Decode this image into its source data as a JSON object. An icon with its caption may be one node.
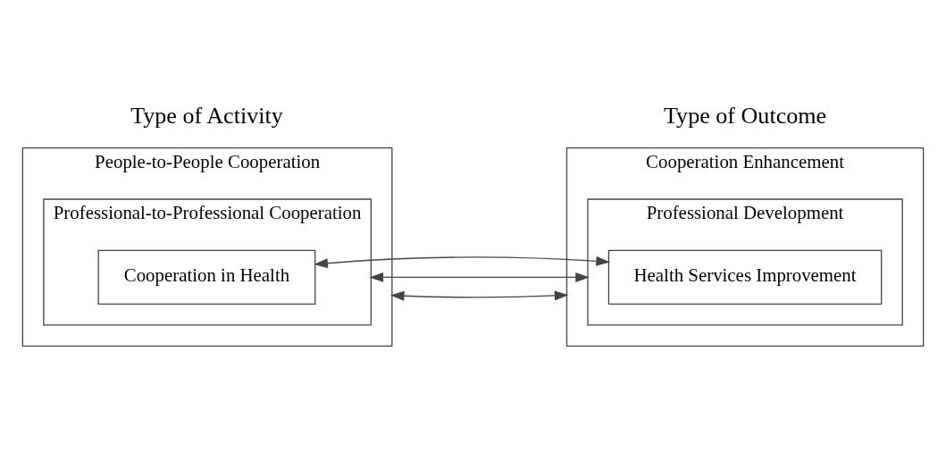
{
  "diagram": {
    "nodes": [
      {
        "text": [
          "People-to-People Cooperation"
        ]
      },
      {
        "text": [
          "Professional-to-Professional Cooperation"
        ],
        "in": 0
      },
      {
        "text": [
          "Cooperation in Health"
        ],
        "in": 1
      },
      {
        "text": [
          "Cooperation Enhancement"
        ]
      },
      {
        "text": [
          "Professional Development"
        ],
        "in": 3
      },
      {
        "text": [
          "Health Services Improvement"
        ],
        "in": 4
      }
    ],
    "edges": [
      {
        "from": 0,
        "to": 3,
        "arrow": "both"
      },
      {
        "from": 1,
        "to": 4,
        "arrow": "both"
      },
      {
        "from": 2,
        "to": 5,
        "arrow": "both"
      }
    ],
    "labels": [
      "Type of Activity",
      "Type of Outcome"
    ]
  }
}
